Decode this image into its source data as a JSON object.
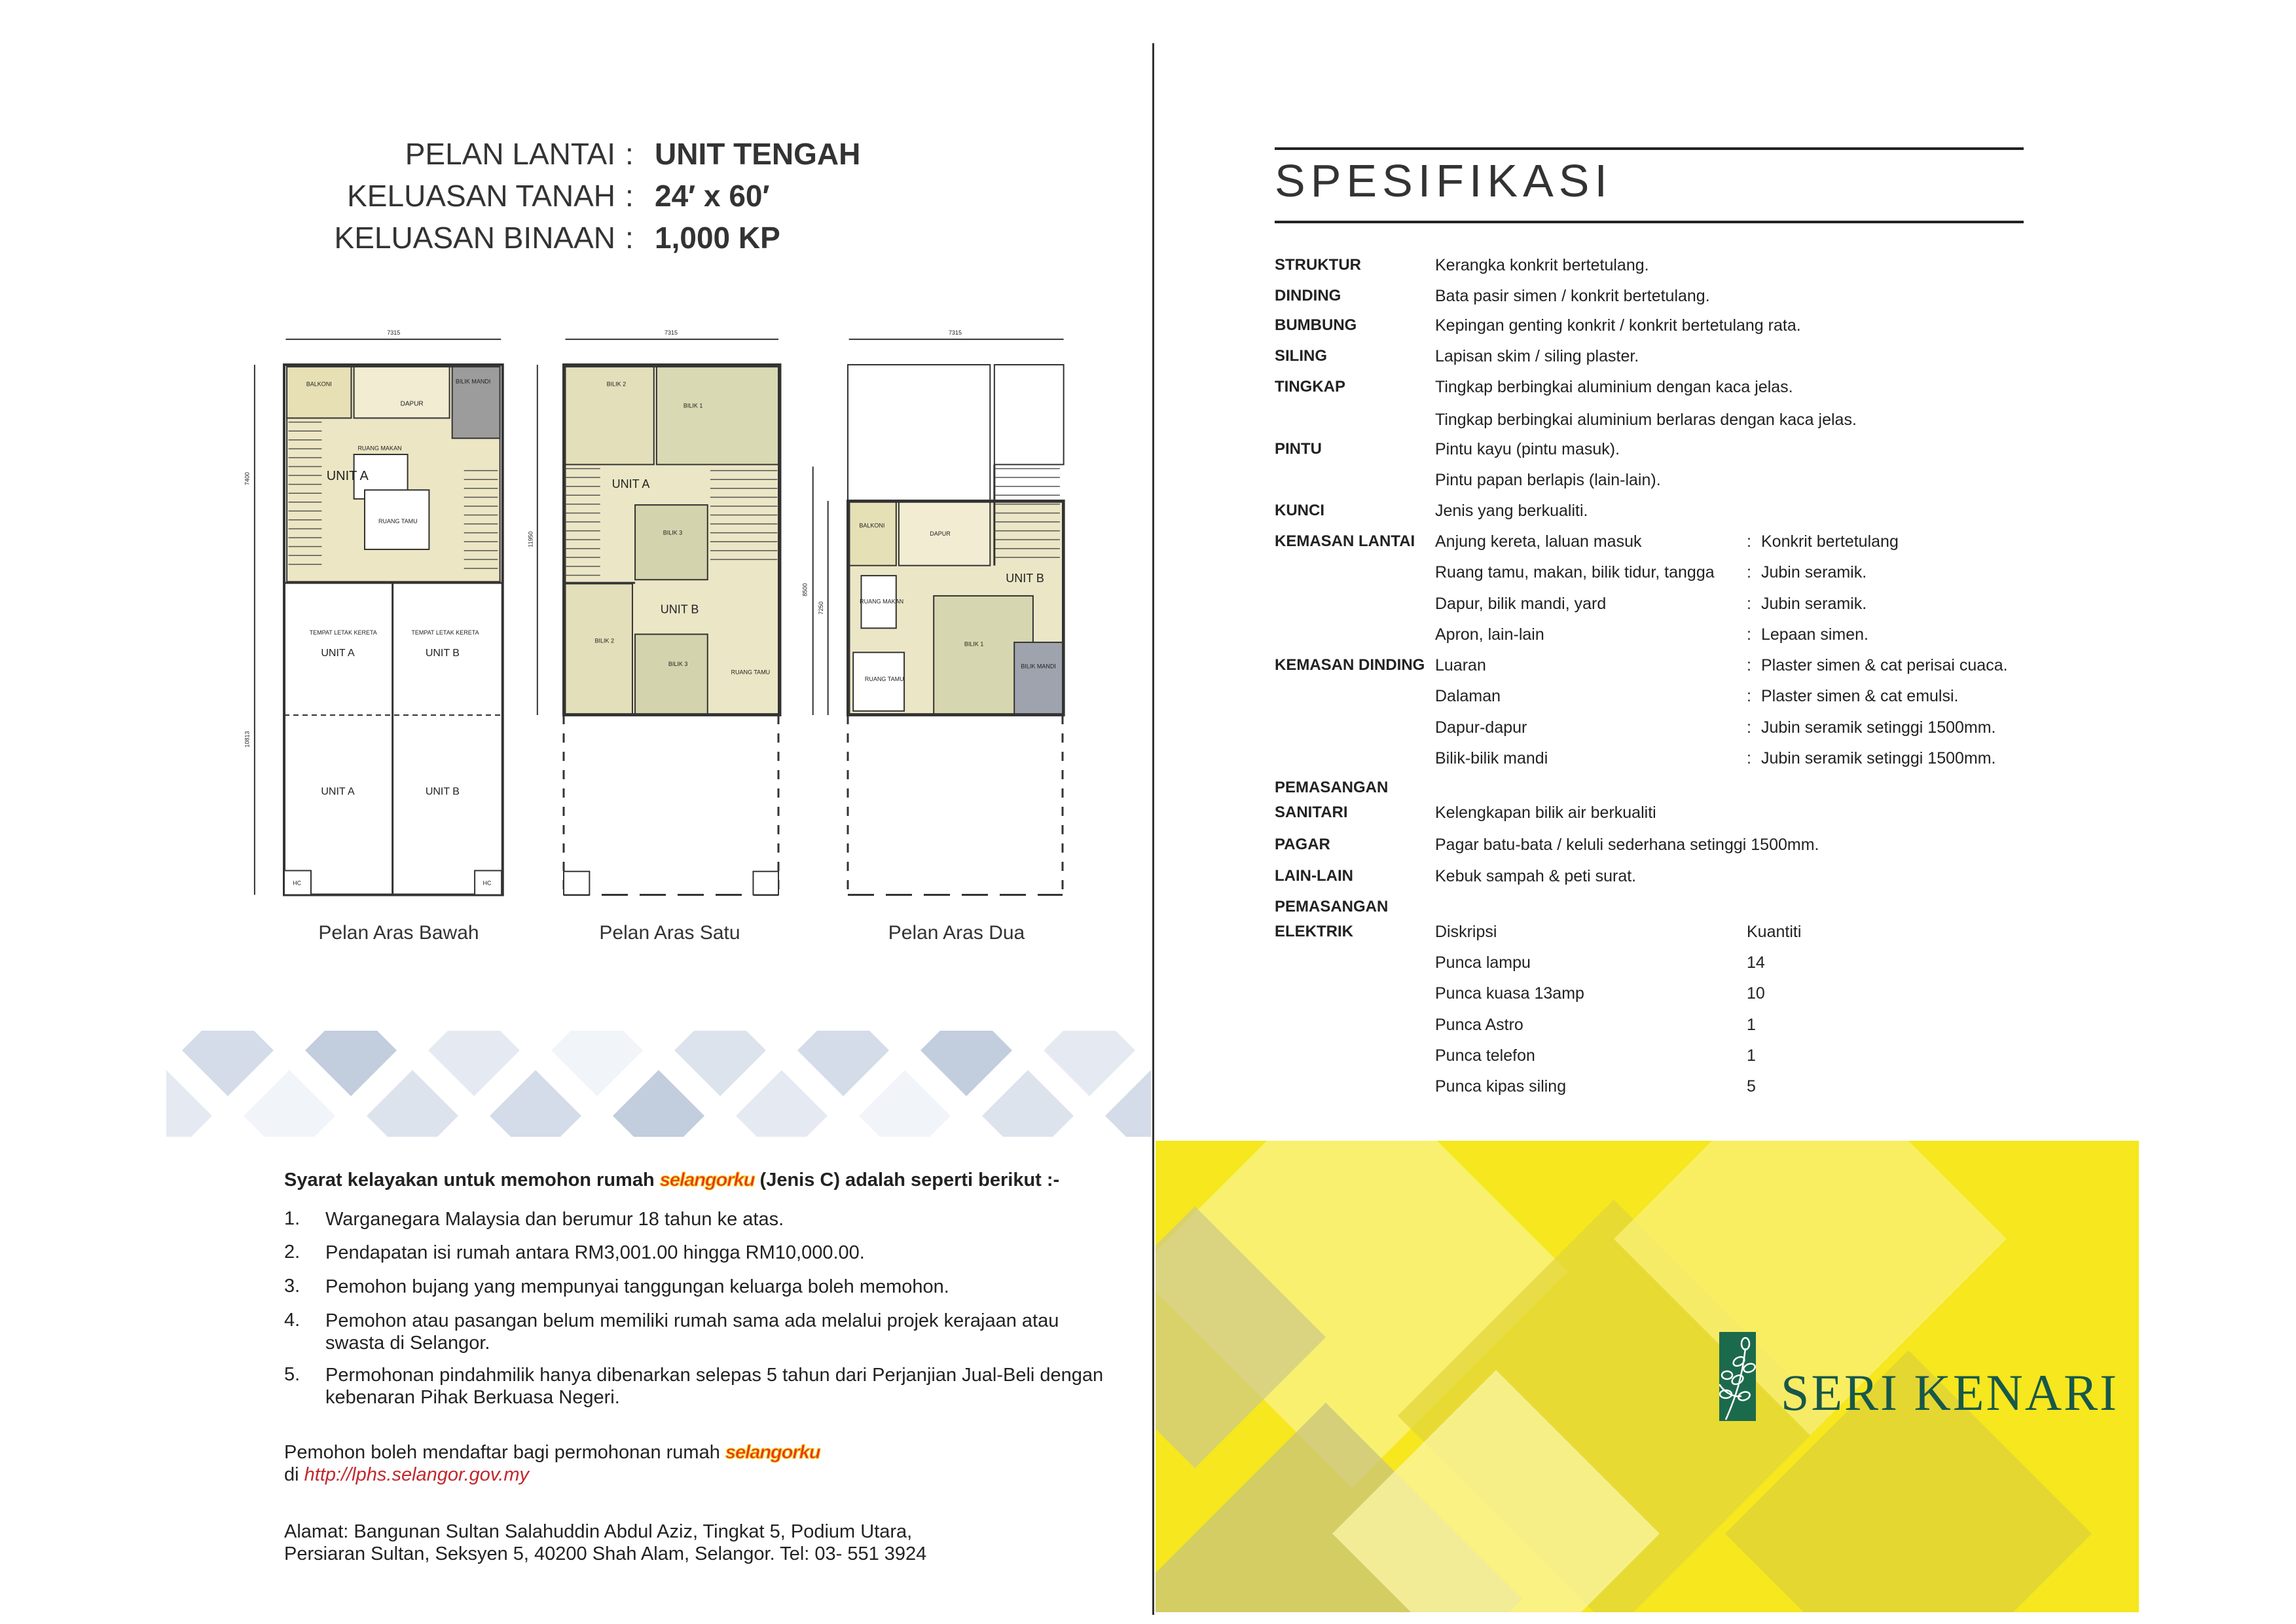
{
  "header": {
    "rows": [
      {
        "label": "PELAN LANTAI",
        "colon": ":",
        "value": "UNIT TENGAH"
      },
      {
        "label": "KELUASAN TANAH",
        "colon": ":",
        "value": "24′ x 60′"
      },
      {
        "label": "KELUASAN BINAAN",
        "colon": ":",
        "value": "1,000 KP"
      }
    ]
  },
  "plans": [
    {
      "caption": "Pelan Aras Bawah",
      "dims": [
        "7315",
        "7400",
        "10813"
      ],
      "rooms": [
        "BALKONI",
        "DAPUR",
        "BILIK MANDI",
        "RUANG MAKAN",
        "UNIT A",
        "RUANG TAMU",
        "TEMPAT LETAK KERETA",
        "UNIT A",
        "TEMPAT LETAK KERETA",
        "UNIT B",
        "UNIT A",
        "UNIT B",
        "HC",
        "HC"
      ]
    },
    {
      "caption": "Pelan Aras Satu",
      "dims": [
        "7315",
        "11950"
      ],
      "rooms": [
        "BILIK 2",
        "BILIK 1",
        "UNIT A",
        "BILIK 3",
        "UNIT B",
        "BILIK 2",
        "BILIK 3",
        "RUANG TAMU"
      ]
    },
    {
      "caption": "Pelan Aras Dua",
      "dims": [
        "7315",
        "8500",
        "7250"
      ],
      "rooms": [
        "BALKONI",
        "DAPUR",
        "UNIT B",
        "RUANG MAKAN",
        "BILIK 1",
        "BILIK MANDI",
        "RUANG TAMU"
      ]
    }
  ],
  "eligibility": {
    "title_before": "Syarat kelayakan untuk memohon rumah",
    "brand": "selangorku",
    "title_after": "(Jenis C) adalah seperti berikut :-",
    "items": [
      {
        "num": "1.",
        "text": "Warganegara Malaysia dan berumur 18 tahun ke atas."
      },
      {
        "num": "2.",
        "text": "Pendapatan isi rumah antara RM3,001.00 hingga RM10,000.00."
      },
      {
        "num": "3.",
        "text": "Pemohon bujang yang mempunyai tanggungan keluarga boleh memohon."
      },
      {
        "num": "4.",
        "text": "Pemohon atau pasangan belum memiliki rumah sama ada melalui projek kerajaan atau swasta di Selangor."
      },
      {
        "num": "5.",
        "text": "Permohonan pindahmilik hanya dibenarkan selepas 5 tahun dari Perjanjian Jual-Beli dengan kebenaran Pihak Berkuasa Negeri."
      }
    ],
    "register_text": "Pemohon boleh mendaftar bagi permohonan rumah",
    "register_prefix": "di",
    "url": "http://lphs.selangor.gov.my",
    "address_line1": "Alamat: Bangunan Sultan Salahuddin Abdul Aziz, Tingkat 5, Podium Utara,",
    "address_line2": "Persiaran Sultan, Seksyen 5, 40200 Shah Alam, Selangor.   Tel: 03- 551 3924"
  },
  "spec": {
    "title": "SPESIFIKASI",
    "rows": [
      {
        "label": "STRUKTUR",
        "value": "Kerangka konkrit bertetulang."
      },
      {
        "label": "DINDING",
        "value": "Bata pasir simen / konkrit bertetulang."
      },
      {
        "label": "BUMBUNG",
        "value": "Kepingan genting konkrit / konkrit bertetulang rata."
      },
      {
        "label": "SILING",
        "value": "Lapisan skim / siling plaster."
      },
      {
        "label": "TINGKAP",
        "value": "Tingkap berbingkai aluminium dengan kaca jelas."
      },
      {
        "label": "",
        "value": "Tingkap berbingkai aluminium berlaras dengan kaca jelas."
      },
      {
        "label": "PINTU",
        "value": "Pintu kayu (pintu masuk)."
      },
      {
        "label": "",
        "value": "Pintu papan berlapis (lain-lain)."
      },
      {
        "label": "KUNCI",
        "value": "Jenis yang berkualiti."
      },
      {
        "label": "KEMASAN LANTAI",
        "value": "Anjung kereta, laluan masuk",
        "sep": ":",
        "detail": "Konkrit bertetulang"
      },
      {
        "label": "",
        "value": "Ruang tamu, makan, bilik tidur, tangga",
        "sep": ":",
        "detail": "Jubin seramik."
      },
      {
        "label": "",
        "value": "Dapur, bilik mandi, yard",
        "sep": ":",
        "detail": "Jubin seramik."
      },
      {
        "label": "",
        "value": "Apron, lain-lain",
        "sep": ":",
        "detail": "Lepaan simen."
      },
      {
        "label": "KEMASAN DINDING",
        "value": "Luaran",
        "sep": ":",
        "detail": "Plaster simen & cat perisai cuaca."
      },
      {
        "label": "",
        "value": "Dalaman",
        "sep": ":",
        "detail": "Plaster simen & cat emulsi."
      },
      {
        "label": "",
        "value": "Dapur-dapur",
        "sep": ":",
        "detail": "Jubin seramik setinggi 1500mm."
      },
      {
        "label": "",
        "value": "Bilik-bilik mandi",
        "sep": ":",
        "detail": "Jubin seramik setinggi 1500mm."
      },
      {
        "label": "PEMASANGAN",
        "value": ""
      },
      {
        "label": "SANITARI",
        "value": "Kelengkapan bilik air berkualiti"
      },
      {
        "label": "PAGAR",
        "value": "Pagar batu-bata /  keluli sederhana setinggi 1500mm."
      },
      {
        "label": "LAIN-LAIN",
        "value": "Kebuk sampah & peti surat."
      },
      {
        "label": "PEMASANGAN",
        "value": ""
      },
      {
        "label": "ELEKTRIK",
        "value": "Diskripsi",
        "qty": "Kuantiti"
      },
      {
        "label": "",
        "value": "Punca lampu",
        "qty": "14"
      },
      {
        "label": "",
        "value": "Punca kuasa 13amp",
        "qty": "10"
      },
      {
        "label": "",
        "value": "Punca Astro",
        "qty": "1"
      },
      {
        "label": "",
        "value": "Punca telefon",
        "qty": "1"
      },
      {
        "label": "",
        "value": "Punca kipas siling",
        "qty": "5"
      }
    ]
  },
  "brand": {
    "name": "SERI KENARI",
    "logo_icon": "leaf-branch-icon",
    "colors": {
      "yellow": "#f6e71e",
      "green": "#1c6a4c",
      "accent_red": "#c0282d"
    }
  }
}
